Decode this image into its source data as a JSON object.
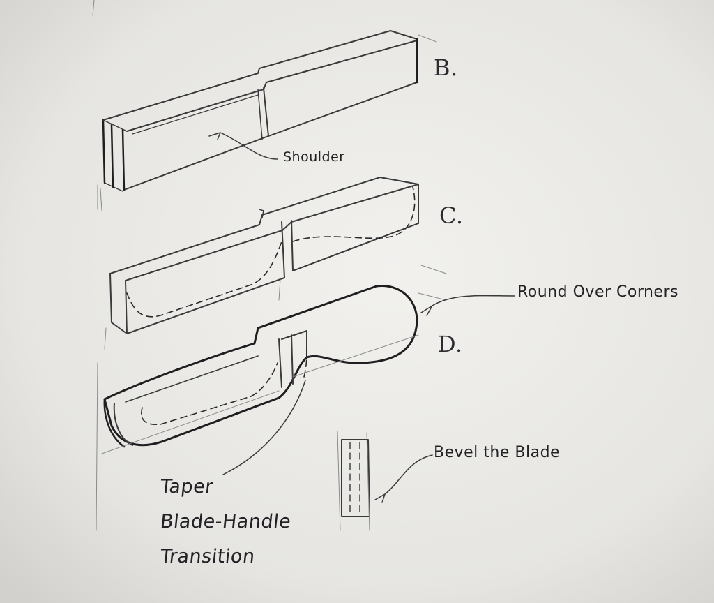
{
  "figure": {
    "steps": [
      {
        "id": "step-b",
        "letter": "B."
      },
      {
        "id": "step-c",
        "letter": "C."
      },
      {
        "id": "step-d",
        "letter": "D."
      }
    ],
    "labels": {
      "shoulder": "Shoulder",
      "round_over": "Round Over Corners",
      "bevel": "Bevel the Blade",
      "taper_line1": "Taper",
      "taper_line2": "Blade-Handle",
      "taper_line3": "Transition"
    }
  }
}
